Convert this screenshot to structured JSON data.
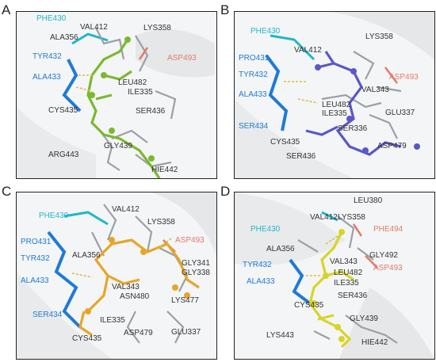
{
  "panels": [
    {
      "label": "A",
      "residues": [
        "PHE430",
        "VAL412",
        "LYS358",
        "ALA356",
        "TYR432",
        "ASP493",
        "ALA433",
        "LEU482",
        "ILE335",
        "SER436",
        "CYS435",
        "GLY439",
        "ARG443",
        "HIE442"
      ]
    },
    {
      "label": "B",
      "residues": [
        "PHE430",
        "LYS358",
        "VAL412",
        "PRO431",
        "TYR432",
        "ASP493",
        "ALA433",
        "VAL343",
        "LEU482",
        "ILE335",
        "GLU337",
        "SER336",
        "SER434",
        "CYS435",
        "ASP479",
        "SER436"
      ]
    },
    {
      "label": "C",
      "residues": [
        "PHE430",
        "VAL412",
        "LYS358",
        "PRO431",
        "ASP493",
        "TYR432",
        "ALA356",
        "GLY341",
        "GLY338",
        "ALA433",
        "VAL343",
        "ASN480",
        "LYS477",
        "SER434",
        "ILE335",
        "ASP479",
        "GLU337",
        "CYS435"
      ]
    },
    {
      "label": "D",
      "residues": [
        "LEU380",
        "VAL412",
        "LYS358",
        "PHE430",
        "PHE494",
        "ALA356",
        "GLY492",
        "TYR432",
        "VAL343",
        "ASP493",
        "ALA433",
        "LEU482",
        "ILE335",
        "SER436",
        "CYS435",
        "GLY439",
        "LYS443",
        "HIE442"
      ]
    }
  ],
  "colors": {
    "ligand_A": "#7cb82f",
    "ligand_B": "#5b57c9",
    "ligand_C": "#e6a628",
    "ligand_D": "#d7d42a",
    "protein_blue": "#1f7ad6",
    "protein_cyan": "#1fb7c9",
    "protein_salmon": "#e07b6a"
  }
}
